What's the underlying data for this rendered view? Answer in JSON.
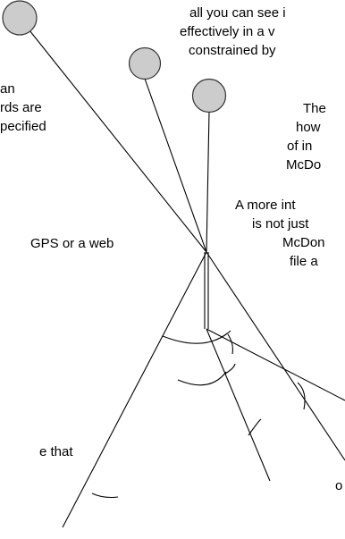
{
  "colors": {
    "node_fill": "#cccccc",
    "node_stroke": "#333333",
    "line": "#000000",
    "text": "#000000",
    "background": "#ffffff"
  },
  "text_fragments": {
    "top_1": "all you can see i",
    "top_2": "effectively in a v",
    "top_3": "constrained by",
    "left_1": "an",
    "left_2": "rds are",
    "left_3": "pecified",
    "right_1": "The",
    "right_2": "how",
    "right_3": "of in",
    "right_4": "McDo",
    "mid_1": "A more int",
    "mid_2": "is not just",
    "mid_3": "McDon",
    "mid_4": "file a",
    "left_gps": "GPS or a web",
    "left_bottom": "e that",
    "right_bottom": "o"
  }
}
